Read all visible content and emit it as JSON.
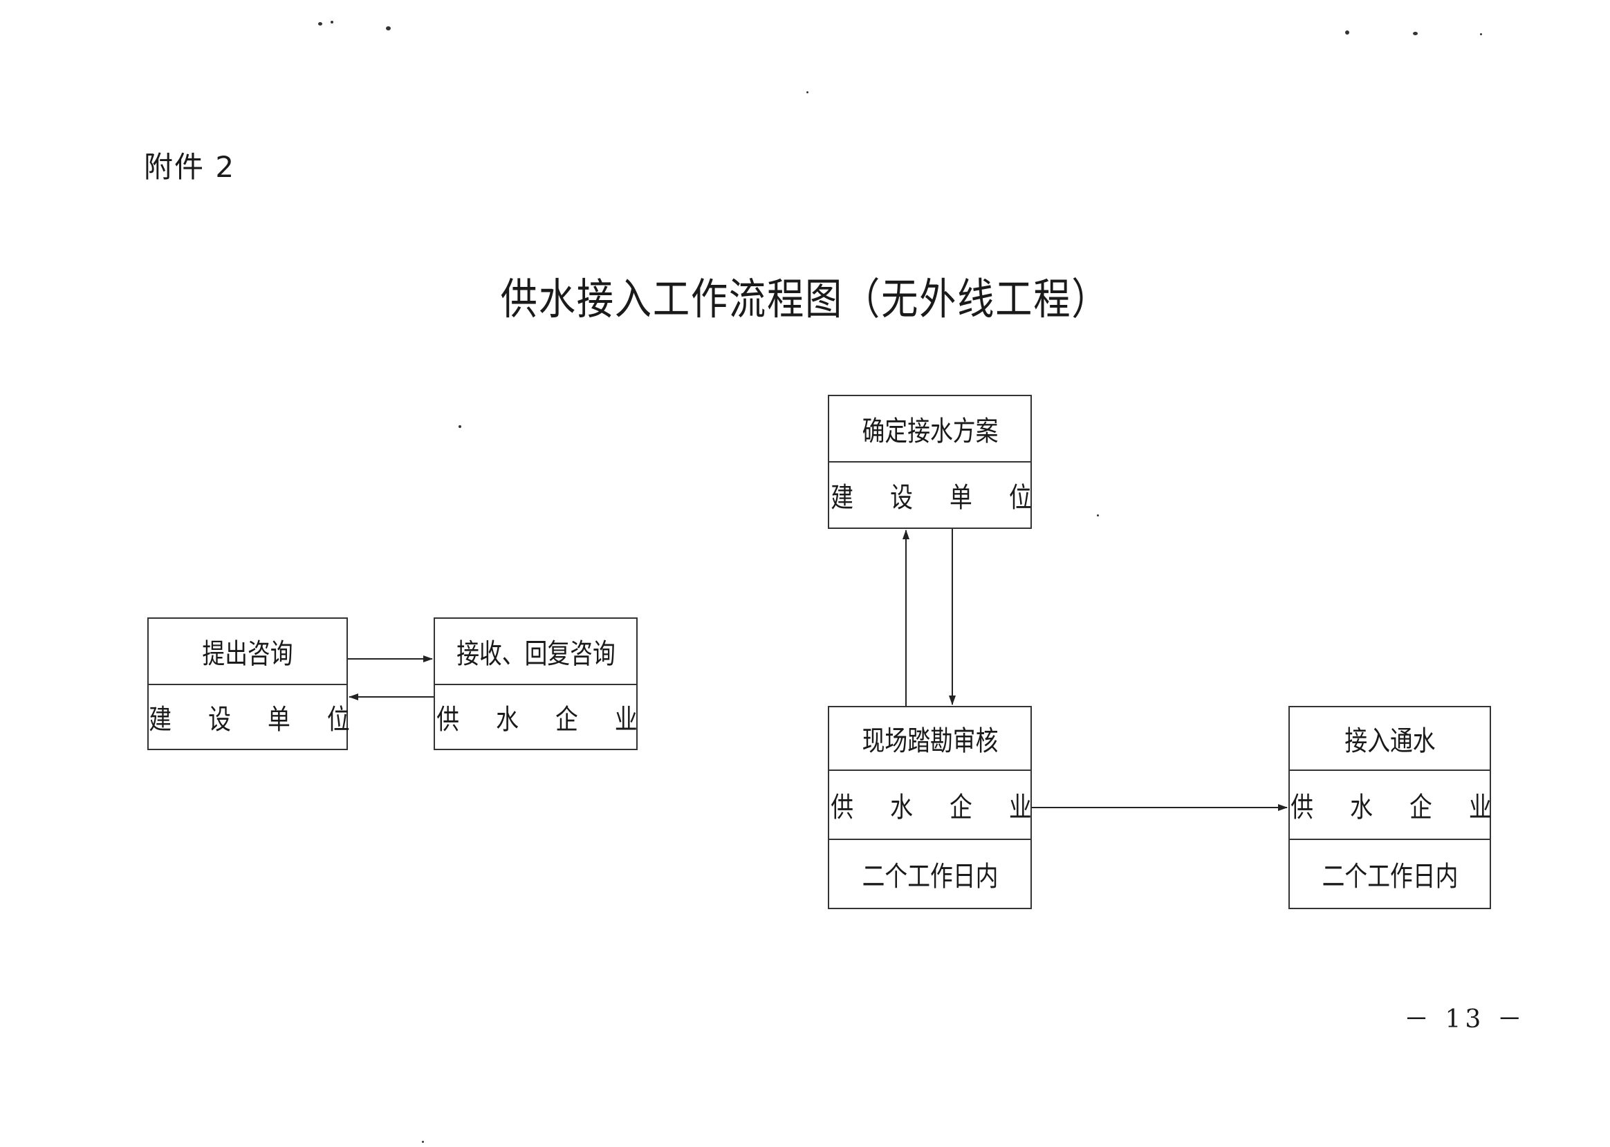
{
  "attachment_label": "附件 2",
  "title": "供水接入工作流程图（无外线工程）",
  "page_number": "－ 13 －",
  "boxes": {
    "consult": {
      "task": "提出咨询",
      "party": "建 设 单 位"
    },
    "reply": {
      "task": "接收、回复咨询",
      "party": "供 水 企 业"
    },
    "plan": {
      "task": "确定接水方案",
      "party": "建 设 单 位"
    },
    "survey": {
      "task": "现场踏勘审核",
      "party": "供 水 企 业",
      "time": "二个工作日内"
    },
    "connect": {
      "task": "接入通水",
      "party": "供 水 企 业",
      "time": "二个工作日内"
    }
  }
}
